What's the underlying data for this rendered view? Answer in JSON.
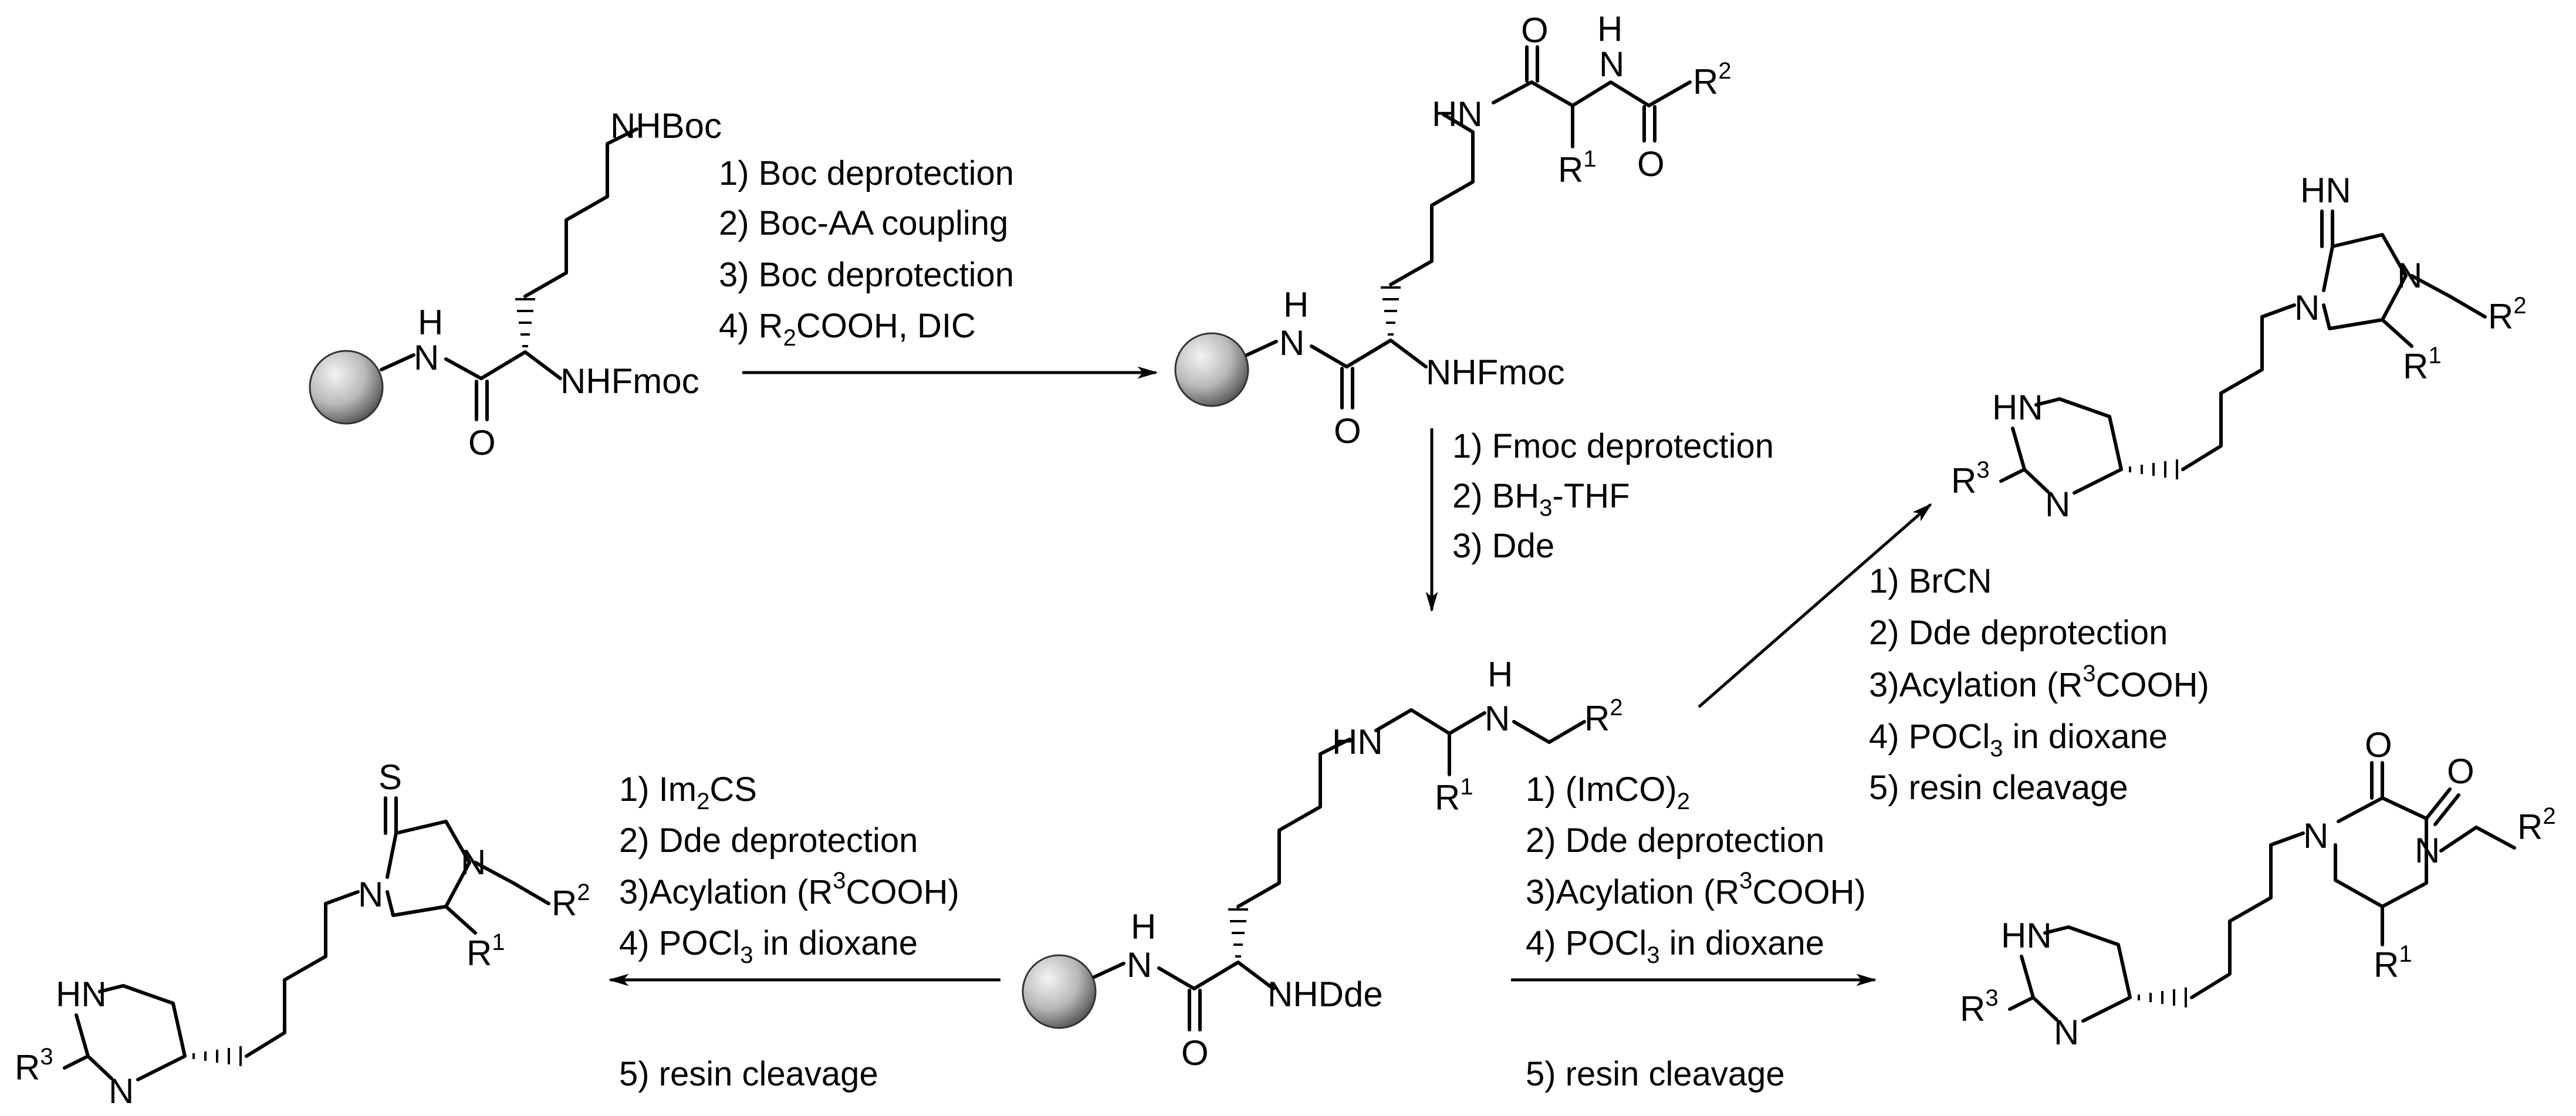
{
  "colors": {
    "ink": "#000000",
    "background": "#ffffff",
    "bead_light": "#f0f0f0",
    "bead_dark": "#5a5a5a"
  },
  "atoms": {
    "nhboc": "NHBoc",
    "nh": "H",
    "n": "N",
    "o": "O",
    "hn": "HN",
    "nhfmoc": "NHFmoc",
    "nhdde": "NHDde",
    "s": "S",
    "r1": "R",
    "r2": "R",
    "r3": "R",
    "sup1": "1",
    "sup2": "2",
    "sup3": "3"
  },
  "steps": {
    "top": {
      "s1": "1) Boc deprotection",
      "s2": "2) Boc-AA coupling",
      "s3": "3) Boc deprotection",
      "s4_pre": "4) R",
      "s4_sub": "2",
      "s4_post": "COOH, DIC"
    },
    "middle": {
      "s1": "1) Fmoc deprotection",
      "s2_pre": "2) BH",
      "s2_sub": "3",
      "s2_post": "-THF",
      "s3": "3) Dde"
    },
    "upper_right": {
      "s1": "1) BrCN",
      "s2": "2) Dde deprotection",
      "s3_pre": "3)Acylation (R",
      "s3_sup": "3",
      "s3_post": "COOH)",
      "s4_pre": "4) POCl",
      "s4_sub": "3",
      "s4_post": " in dioxane",
      "s5": "5) resin cleavage"
    },
    "left": {
      "s1_pre": "1) Im",
      "s1_sub": "2",
      "s1_post": "CS",
      "s2": "2) Dde deprotection",
      "s3_pre": "3)Acylation (R",
      "s3_sup": "3",
      "s3_post": "COOH)",
      "s4_pre": "4) POCl",
      "s4_sub": "3",
      "s4_post": " in dioxane",
      "s5": "5) resin cleavage"
    },
    "right": {
      "s1_pre": "1) (ImCO)",
      "s1_sub": "2",
      "s2": "2) Dde deprotection",
      "s3_pre": "3)Acylation (R",
      "s3_sup": "3",
      "s3_post": "COOH)",
      "s4_pre": "4) POCl",
      "s4_sub": "3",
      "s4_post": " in dioxane",
      "s5": "5) resin cleavage"
    }
  }
}
